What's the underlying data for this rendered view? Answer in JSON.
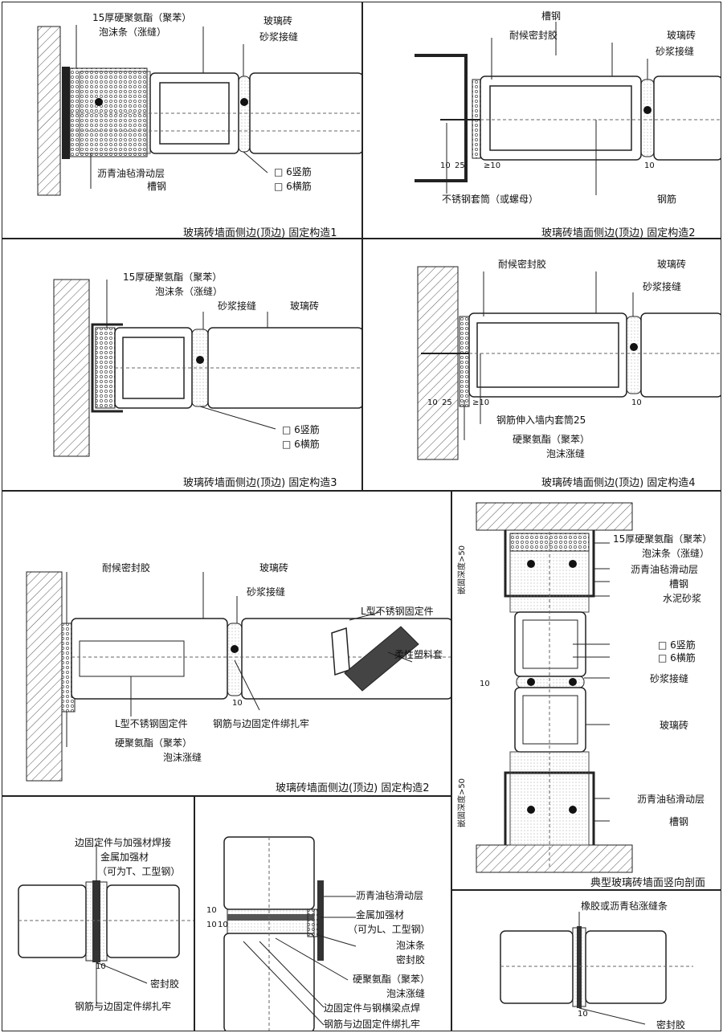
{
  "panel1": {
    "caption": "玻璃砖墙面侧边(顶边) 固定构造1",
    "labels": {
      "foam_a": "15厚硬聚氨酯（聚苯）",
      "foam_b": "泡沫条（涨缝）",
      "block": "玻璃砖",
      "mortar": "砂浆接缝",
      "asphalt": "沥青油毡滑动层",
      "channel": "槽钢",
      "vbar": "□ 6竖筋",
      "hbar": "□ 6横筋"
    }
  },
  "panel2": {
    "caption": "玻璃砖墙面侧边(顶边) 固定构造2",
    "labels": {
      "channel": "槽钢",
      "sealant": "耐候密封胶",
      "block": "玻璃砖",
      "mortar": "砂浆接缝",
      "sleeve": "不锈钢套筒（或螺母）",
      "rebar": "钢筋"
    },
    "dims": {
      "d10a": "10",
      "d25": "25",
      "d10b": "≥10",
      "d10c": "10"
    }
  },
  "panel3": {
    "caption": "玻璃砖墙面侧边(顶边) 固定构造3",
    "labels": {
      "foam_a": "15厚硬聚氨酯（聚苯）",
      "foam_b": "泡沫条（涨缝）",
      "mortar": "砂浆接缝",
      "block": "玻璃砖",
      "vbar": "□ 6竖筋",
      "hbar": "□ 6横筋"
    }
  },
  "panel4": {
    "caption": "玻璃砖墙面侧边(顶边) 固定构造4",
    "labels": {
      "sealant": "耐候密封胶",
      "block": "玻璃砖",
      "mortar": "砂浆接缝",
      "rebar_in": "钢筋伸入墙内套筒25",
      "foam_a": "硬聚氨酯（聚苯）",
      "foam_b": "泡沫涨缝"
    },
    "dims": {
      "d10a": "10",
      "d25": "25",
      "d10b": "≥10",
      "d10c": "10"
    }
  },
  "panel5": {
    "caption": "玻璃砖墙面侧边(顶边) 固定构造2",
    "labels": {
      "sealant": "耐候密封胶",
      "block": "玻璃砖",
      "mortar": "砂浆接缝",
      "l_fix": "L型不锈钢固定件",
      "sleeve": "柔性塑料套",
      "l_fix2": "L型不锈钢固定件",
      "tie": "钢筋与边固定件绑扎牢",
      "foam_a": "硬聚氨酯（聚苯）",
      "foam_b": "泡沫涨缝"
    },
    "dims": {
      "d10": "10"
    }
  },
  "panel6": {
    "caption": "典型玻璃砖墙面竖向剖面",
    "labels": {
      "foam_a": "15厚硬聚氨酯（聚苯）",
      "foam_b": "泡沫条（涨缝）",
      "asphalt": "沥青油毡滑动层",
      "channel": "槽钢",
      "cement": "水泥砂浆",
      "vbar": "□ 6竖筋",
      "hbar": "□ 6横筋",
      "mortar": "砂浆接缝",
      "block": "玻璃砖",
      "asphalt2": "沥青油毡滑动层",
      "channel2": "槽钢"
    },
    "dims": {
      "depth_top": "嵌固深度>50",
      "depth_bot": "嵌固深度>50",
      "d10": "10"
    }
  },
  "panel7": {
    "labels": {
      "weld": "边固定件与加强材焊接",
      "metal_a": "金属加强材",
      "metal_b": "（可为T、工型钢）",
      "seal": "密封胶",
      "tie": "钢筋与边固定件绑扎牢"
    },
    "dims": {
      "d10": "10"
    }
  },
  "panel8": {
    "labels": {
      "asphalt": "沥青油毡滑动层",
      "metal_a": "金属加强材",
      "metal_b": "（可为L、工型钢）",
      "foam": "泡沫条",
      "seal": "密封胶",
      "pu_a": "硬聚氨酯（聚苯）",
      "pu_b": "泡沫涨缝",
      "weld": "边固定件与钢横梁点焊",
      "tie": "钢筋与边固定件绑扎牢"
    },
    "dims": {
      "d10a": "10",
      "d10b": "10",
      "d10c": "10"
    }
  },
  "panel9": {
    "labels": {
      "rubber": "橡胶或沥青毡涨缝条",
      "seal": "密封胶"
    },
    "dims": {
      "d10": "10"
    }
  }
}
